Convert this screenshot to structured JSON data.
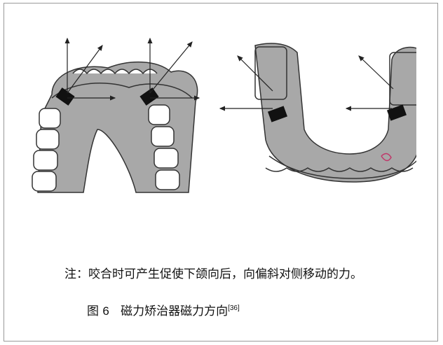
{
  "note": "注：咬合时可产生促使下颌向后，向偏斜对侧移动的力。",
  "caption": {
    "prefix": "图",
    "number": "6",
    "title": "磁力矫治器磁力方向",
    "ref": "[36]"
  },
  "colors": {
    "tissue": "#a8a8a8",
    "magnet": "#111111",
    "outline": "#333333"
  }
}
